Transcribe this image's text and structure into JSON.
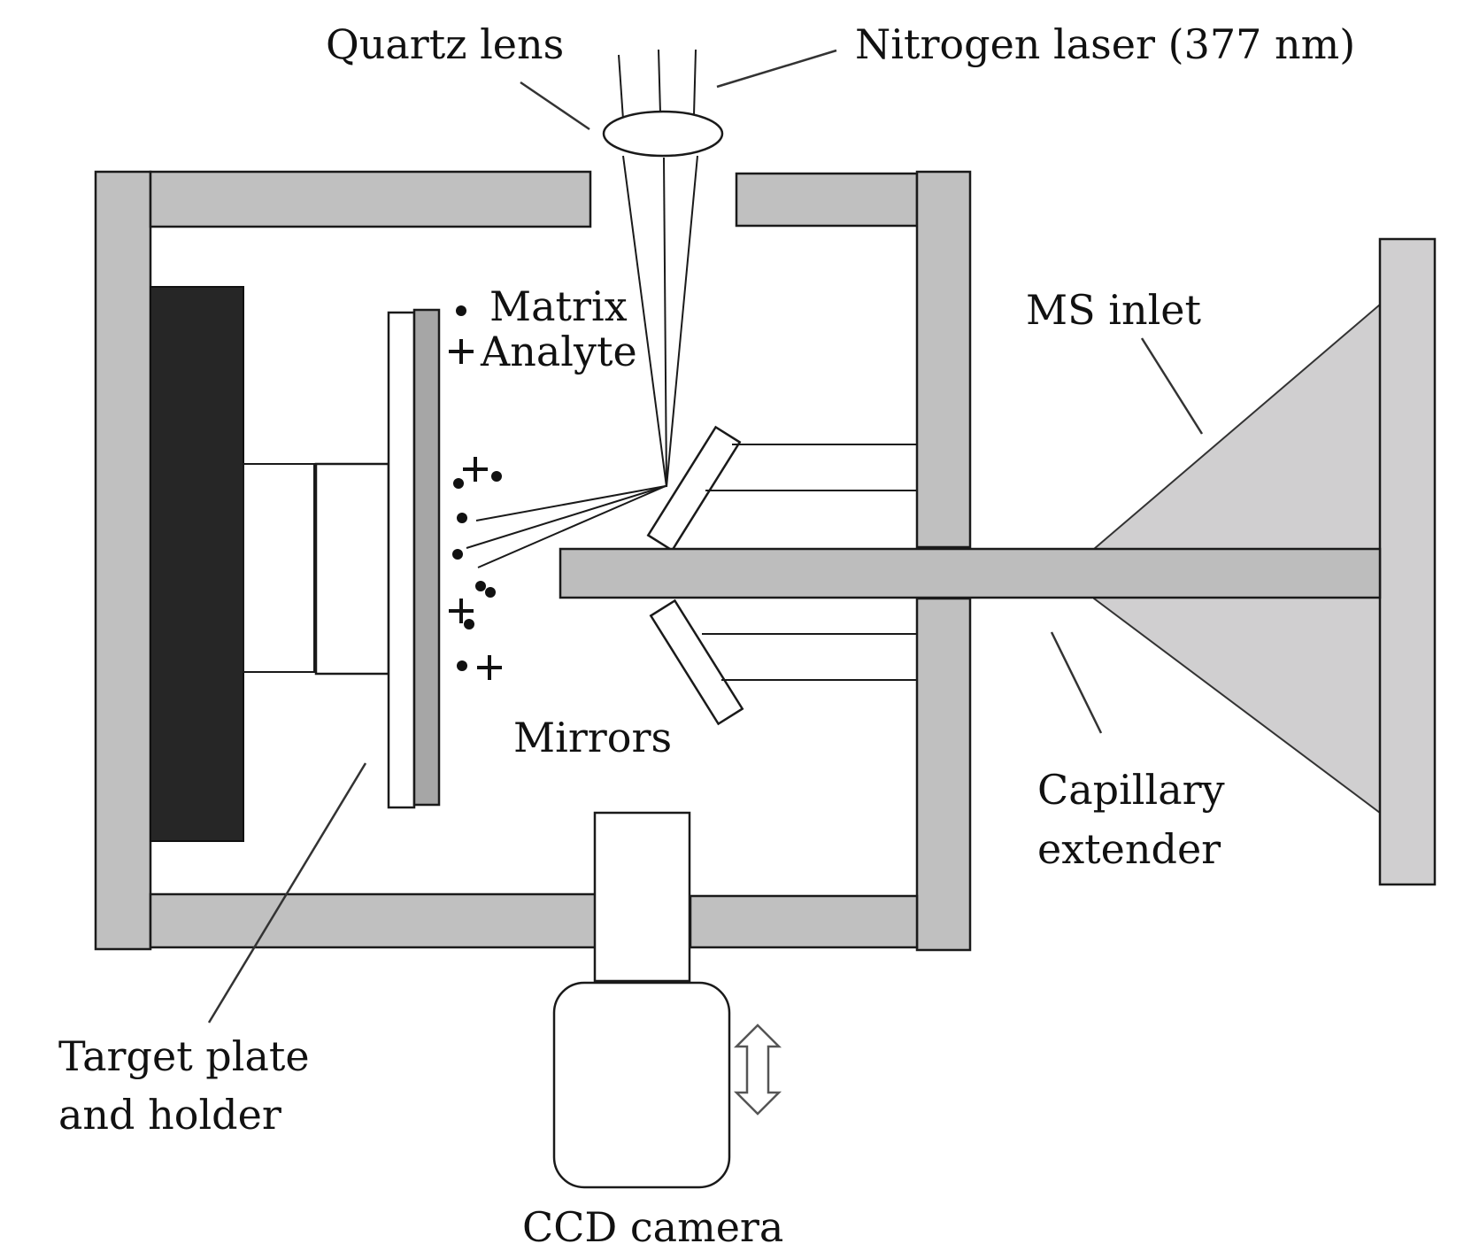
{
  "diagram": {
    "title": "MALDI ion source schematic",
    "labels": {
      "quartz_lens": "Quartz lens",
      "nitrogen_laser": "Nitrogen laser (377 nm)",
      "matrix": "Matrix",
      "analyte": "Analyte",
      "ms_inlet": "MS inlet",
      "mirrors": "Mirrors",
      "capillary_line1": "Capillary",
      "capillary_line2": "extender",
      "target_line1": "Target plate",
      "target_line2": "and holder",
      "ccd_camera": "CCD camera"
    },
    "legend_symbols": {
      "matrix_symbol": "•",
      "analyte_symbol": "+"
    },
    "colors": {
      "wall": "#c0c0c0",
      "holder_dark": "#262626",
      "target_plate": "#a6a6a6",
      "ms_inlet": "#d0cfd0",
      "capillary": "#bdbdbd"
    }
  }
}
